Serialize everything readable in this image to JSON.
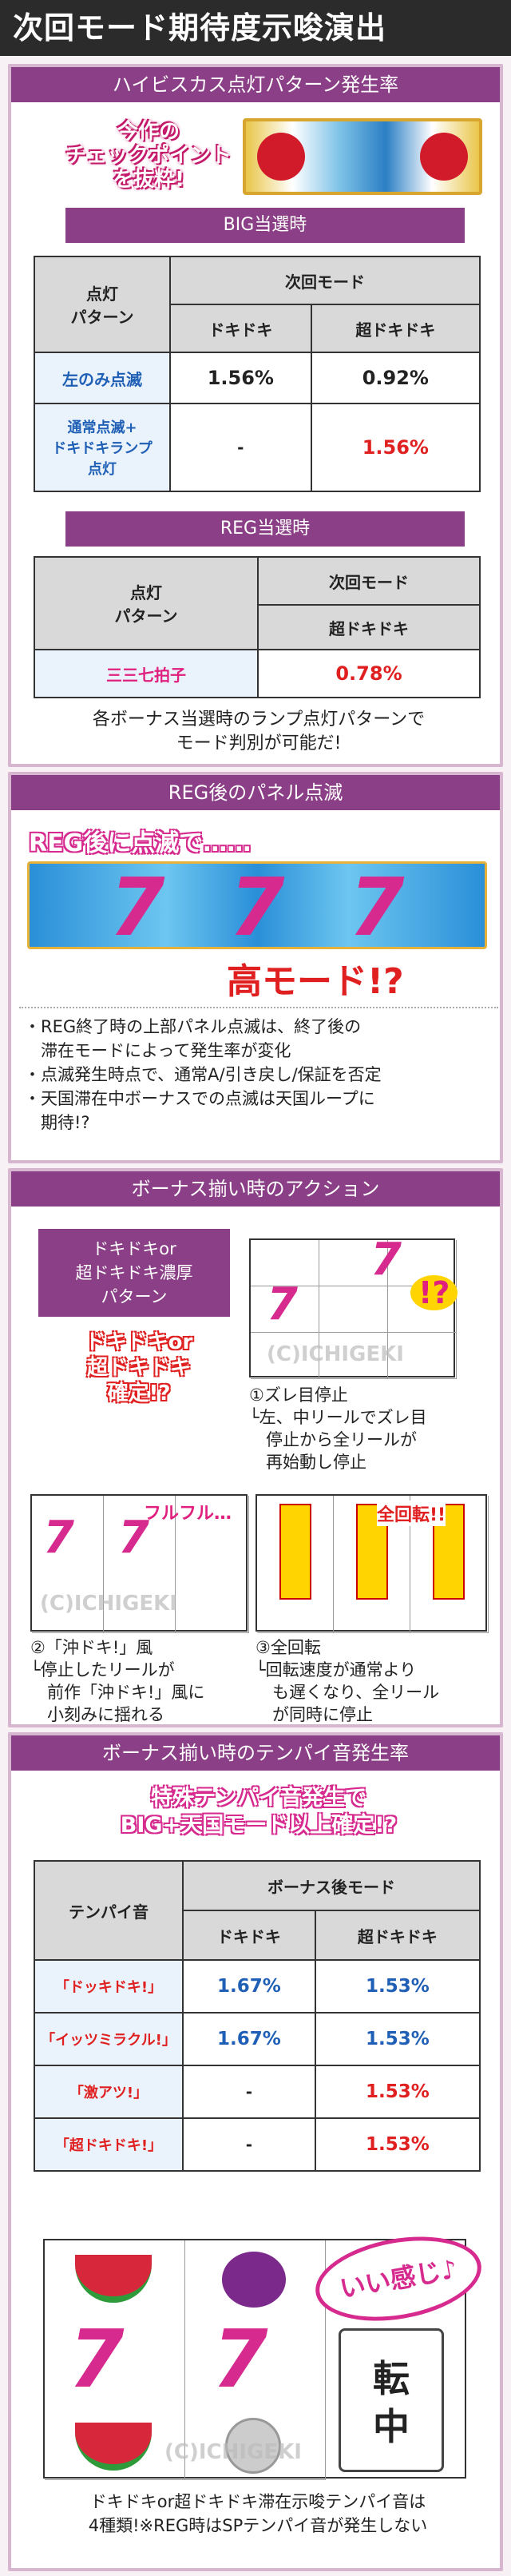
{
  "header": {
    "title": "次回モード期待度示唆演出"
  },
  "hibiscus": {
    "title": "ハイビスカス点灯パターン発生率",
    "banner": [
      "今作の",
      "チェックポイント",
      "を抜粋!"
    ],
    "big": {
      "bar": "BIG当選時",
      "col_pattern": "点灯\nパターン",
      "col_mode": "次回モード",
      "sub1": "ドキドキ",
      "sub2": "超ドキドキ",
      "rows": [
        {
          "name": "左のみ点滅",
          "v1": "1.56%",
          "v2": "0.92%"
        },
        {
          "name": "通常点滅+\nドキドキランプ\n点灯",
          "v1": "-",
          "v2": "1.56%"
        }
      ]
    },
    "reg": {
      "bar": "REG当選時",
      "col_pattern": "点灯\nパターン",
      "col_mode": "次回モード",
      "sub": "超ドキドキ",
      "row_name": "三三七拍子",
      "row_val": "0.78%"
    },
    "note": "各ボーナス当選時のランプ点灯パターンで\nモード判別が可能だ!"
  },
  "panel": {
    "title": "REG後のパネル点滅",
    "caption1": "REG後に点滅で……",
    "caption2": "高モード!?",
    "bullets": [
      "・REG終了時の上部パネル点滅は、終了後の",
      "　滞在モードによって発生率が変化",
      "・点滅発生時点で、通常A/引き戻し/保証を否定",
      "・天国滞在中ボーナスでの点滅は天国ループに",
      "　期待!?"
    ]
  },
  "action": {
    "title": "ボーナス揃い時のアクション",
    "pattern_box": [
      "ドキドキor",
      "超ドキドキ濃厚",
      "パターン"
    ],
    "confirm": [
      "ドキドキor",
      "超ドキドキ",
      "確定!?"
    ],
    "excl": "!?",
    "item1": [
      "①ズレ目停止",
      "└左、中リールでズレ目",
      "　停止から全リールが",
      "　再始動し停止"
    ],
    "fulfuru": "フルフル…",
    "zenkaiten": "全回転!!",
    "item2": [
      "②「沖ドキ!」風",
      "└停止したリールが",
      "　前作「沖ドキ!」風に",
      "　小刻みに揺れる"
    ],
    "item3": [
      "③全回転",
      "└回転速度が通常より",
      "　も遅くなり、全リール",
      "　が同時に停止"
    ],
    "watermark": "(C)ICHIGEKI"
  },
  "tenpai": {
    "title": "ボーナス揃い時のテンパイ音発生率",
    "headline": [
      "特殊テンパイ音発生で",
      "BIG+天国モード以上確定!?"
    ],
    "col_sound": "テンパイ音",
    "col_mode": "ボーナス後モード",
    "sub1": "ドキドキ",
    "sub2": "超ドキドキ",
    "rows": [
      {
        "name": "「ドッキドキ!」",
        "v1": "1.67%",
        "v2": "1.53%"
      },
      {
        "name": "「イッツミラクル!」",
        "v1": "1.67%",
        "v2": "1.53%"
      },
      {
        "name": "「激アツ!」",
        "v1": "-",
        "v2": "1.53%"
      },
      {
        "name": "「超ドキドキ!」",
        "v1": "-",
        "v2": "1.53%"
      }
    ],
    "iikanji": "いい感じ♪",
    "spin": "転\n中",
    "note": "ドキドキor超ドキドキ滞在示唆テンパイ音は\n4種類!※REG時はSPテンパイ音が発生しない"
  },
  "colors": {
    "header": "#2b2b2b",
    "section": "#8b3f86",
    "pink": "#e0207e",
    "red": "#e02020",
    "blue": "#1f5fb5"
  }
}
